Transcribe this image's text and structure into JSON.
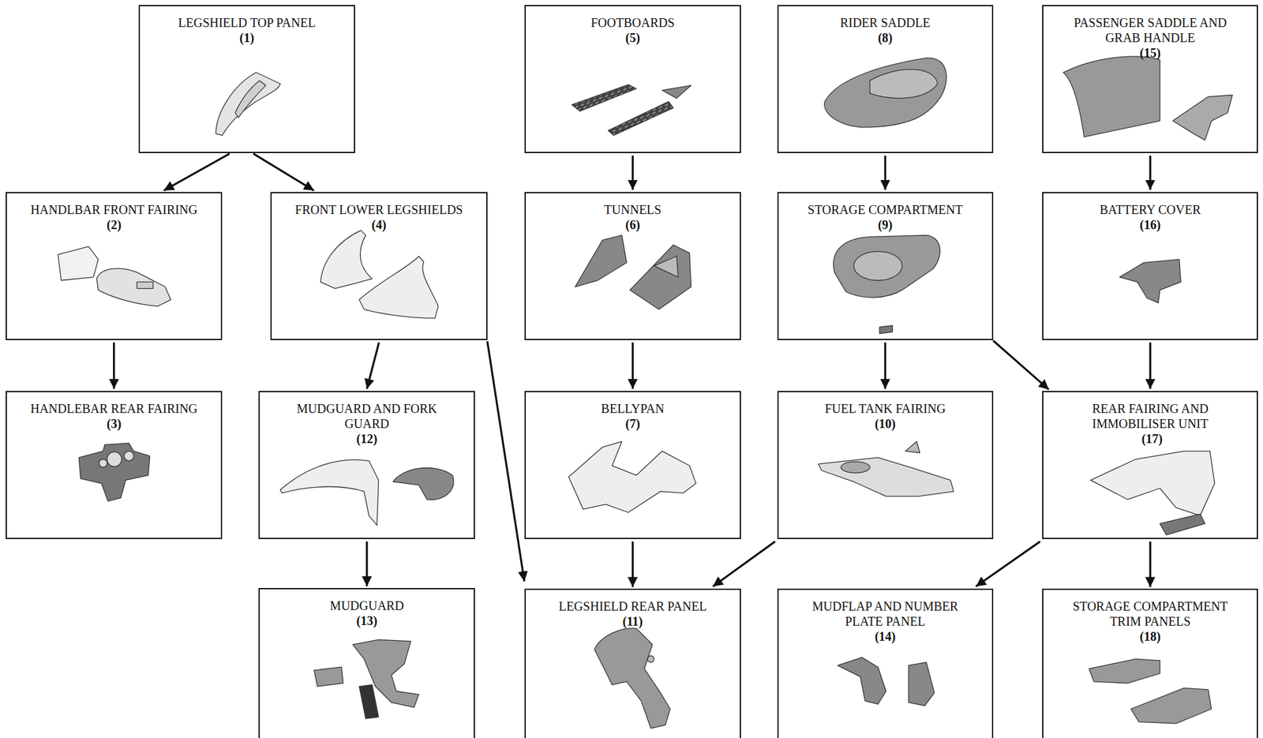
{
  "diagram": {
    "nodes": [
      {
        "text": [
          "LEGSHIELD TOP PANEL",
          "(1)"
        ]
      },
      {
        "text": [
          "HANDLBAR FRONT FAIRING",
          "(2)"
        ]
      },
      {
        "text": [
          "HANDLEBAR REAR FAIRING",
          "(3)"
        ]
      },
      {
        "text": [
          "FRONT LOWER LEGSHIELDS",
          "(4)"
        ]
      },
      {
        "text": [
          "FOOTBOARDS",
          "(5)"
        ]
      },
      {
        "text": [
          "TUNNELS",
          "(6)"
        ]
      },
      {
        "text": [
          "BELLYPAN",
          "(7)"
        ]
      },
      {
        "text": [
          "RIDER SADDLE",
          "(8)"
        ]
      },
      {
        "text": [
          "STORAGE COMPARTMENT",
          "(9)"
        ]
      },
      {
        "text": [
          "FUEL TANK FAIRING",
          "(10)"
        ]
      },
      {
        "text": [
          "LEGSHIELD REAR PANEL",
          "(11)"
        ]
      },
      {
        "text": [
          "MUDGUARD AND FORK GUARD",
          "(12)"
        ]
      },
      {
        "text": [
          "MUDGUARD",
          "(13)"
        ]
      },
      {
        "text": [
          "MUDFLAP AND NUMBER PLATE PANEL",
          "(14)"
        ]
      },
      {
        "text": [
          "PASSENGER SADDLE AND GRAB HANDLE",
          "(15)"
        ]
      },
      {
        "text": [
          "BATTERY COVER",
          "(16)"
        ]
      },
      {
        "text": [
          "REAR FAIRING AND IMMOBILISER UNIT",
          "(17)"
        ]
      },
      {
        "text": [
          "STORAGE COMPARTMENT TRIM PANELS",
          "(18)"
        ]
      }
    ],
    "edges": [
      {
        "from": 0,
        "to": 1,
        "arrow": "to"
      },
      {
        "from": 0,
        "to": 3,
        "arrow": "to"
      },
      {
        "from": 1,
        "to": 2,
        "arrow": "to"
      },
      {
        "from": 3,
        "to": 11,
        "arrow": "to"
      },
      {
        "from": 11,
        "to": 12,
        "arrow": "to"
      },
      {
        "from": 3,
        "to": 10,
        "arrow": "to"
      },
      {
        "from": 4,
        "to": 5,
        "arrow": "to"
      },
      {
        "from": 5,
        "to": 6,
        "arrow": "to"
      },
      {
        "from": 6,
        "to": 10,
        "arrow": "to"
      },
      {
        "from": 7,
        "to": 8,
        "arrow": "to"
      },
      {
        "from": 8,
        "to": 9,
        "arrow": "to"
      },
      {
        "from": 8,
        "to": 16,
        "arrow": "to"
      },
      {
        "from": 9,
        "to": 10,
        "arrow": "to"
      },
      {
        "from": 14,
        "to": 15,
        "arrow": "to"
      },
      {
        "from": 15,
        "to": 16,
        "arrow": "to"
      },
      {
        "from": 16,
        "to": 13,
        "arrow": "to"
      },
      {
        "from": 16,
        "to": 17,
        "arrow": "to"
      }
    ]
  }
}
